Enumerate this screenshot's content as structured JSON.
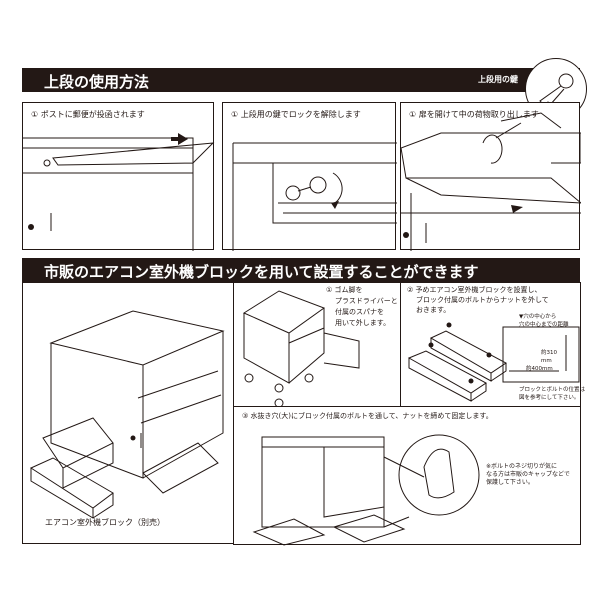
{
  "top_section": {
    "title": "上段の使用方法",
    "key_label": "上段用の鍵",
    "steps": [
      {
        "text": "① ポストに郵便が投函されます"
      },
      {
        "text": "① 上段用の鍵でロックを解除します"
      },
      {
        "text": "① 扉を開けて中の荷物取り出します"
      }
    ]
  },
  "bottom_section": {
    "title": "市販のエアコン室外機ブロックを用いて設置することができます",
    "block_caption": "エアコン室外機ブロック（別売）",
    "step1": [
      "① ゴム脚を",
      "プラスドライバーと",
      "付属のスパナを",
      "用いて外します。"
    ],
    "step2": [
      "② 予めエアコン室外機ブロックを設置し、",
      "ブロック付属のボルトからナットを外して",
      "おきます。"
    ],
    "distance_note": [
      "▼穴の中心から",
      "穴の中心までの距離"
    ],
    "dim_height": "約310 mm",
    "dim_width": "約400mm",
    "position_note": [
      "ブロックとボルトの位置は",
      "図を参考にして下さい。"
    ],
    "step3": "③ 水抜き穴(大)にブロック付属のボルトを通して、ナットを締めて固定します。",
    "cap_note": [
      "※ボルトのネジ切りが気に",
      "なる方は市販のキャップなどで",
      "保護して下さい。"
    ]
  }
}
